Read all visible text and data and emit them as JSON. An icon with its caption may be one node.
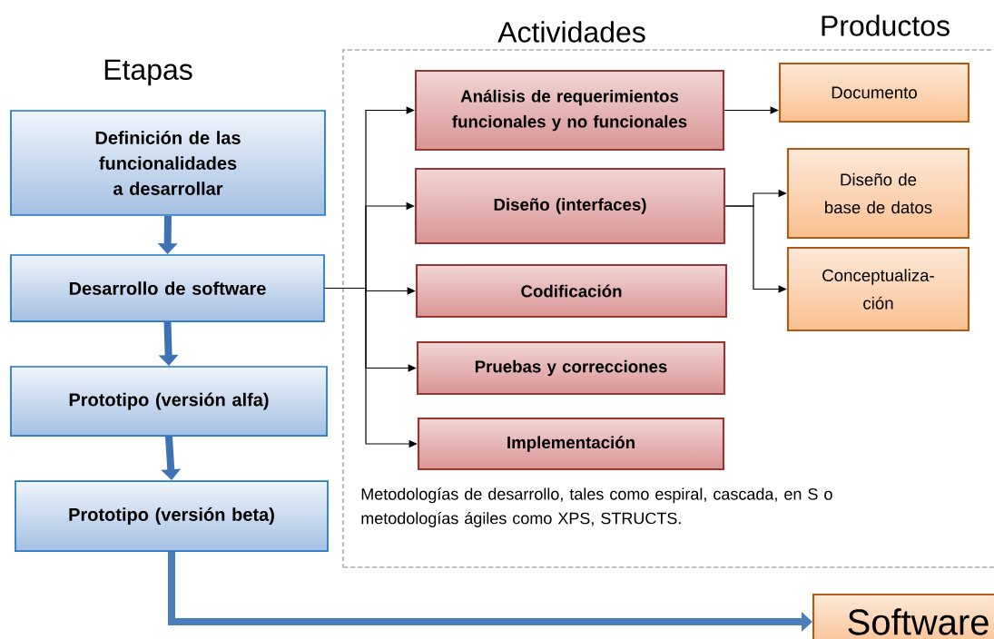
{
  "diagram": {
    "nodes": [
      {
        "text": [
          "Definición de las funcionalidades a desarrollar"
        ]
      },
      {
        "text": [
          "Desarrollo de software"
        ]
      },
      {
        "text": [
          "Prototipo (versión alfa)"
        ]
      },
      {
        "text": [
          "Prototipo (versión beta)"
        ]
      },
      {
        "text": [
          "Actividades",
          "Metodologías de desarrollo, tales como espiral, cascada, en S o metodologías ágiles como XPS, STRUCTS."
        ]
      },
      {
        "text": [
          "Análisis de requerimientos funcionales y no funcionales"
        ],
        "in": 4
      },
      {
        "text": [
          "Diseño (interfaces)"
        ],
        "in": 4
      },
      {
        "text": [
          "Codificación"
        ],
        "in": 4
      },
      {
        "text": [
          "Pruebas y correcciones"
        ],
        "in": 4
      },
      {
        "text": [
          "Implementación"
        ],
        "in": 4
      },
      {
        "text": [
          "Documento"
        ],
        "in": 4
      },
      {
        "text": [
          "Diseño de base  de datos"
        ],
        "in": 4
      },
      {
        "text": [
          "Conceptualiza- ción"
        ],
        "in": 4
      },
      {
        "text": [
          "Software"
        ]
      }
    ],
    "edges": [
      {
        "from": 0,
        "to": 1,
        "arrow": "to",
        "style": "thick",
        "color": "#3f72b5"
      },
      {
        "from": 1,
        "to": 2,
        "arrow": "to",
        "style": "thick",
        "color": "#3f72b5"
      },
      {
        "from": 2,
        "to": 3,
        "arrow": "to",
        "style": "thick",
        "color": "#3f72b5"
      },
      {
        "from": 1,
        "to": 5,
        "arrow": "to"
      },
      {
        "from": 1,
        "to": 6,
        "arrow": "to"
      },
      {
        "from": 1,
        "to": 7,
        "arrow": "to"
      },
      {
        "from": 1,
        "to": 8,
        "arrow": "to"
      },
      {
        "from": 1,
        "to": 9,
        "arrow": "to"
      },
      {
        "from": 5,
        "to": 10,
        "arrow": "to"
      },
      {
        "from": 6,
        "to": 11,
        "arrow": "to"
      },
      {
        "from": 6,
        "to": 12,
        "arrow": "to"
      },
      {
        "from": 3,
        "to": 13,
        "arrow": "to",
        "style": "thick",
        "color": "#4a7ebb"
      }
    ],
    "labels": [
      "Etapas",
      "Productos"
    ]
  }
}
